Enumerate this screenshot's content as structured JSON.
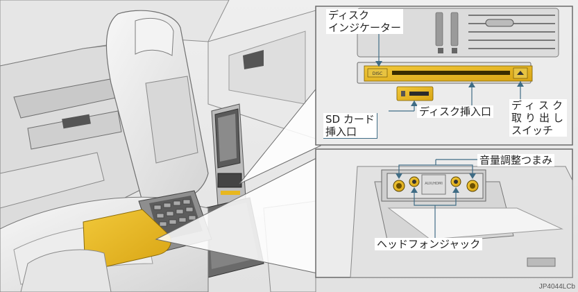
{
  "labels": {
    "disc_indicator": [
      "ディスク",
      "インジケーター"
    ],
    "sd_slot": [
      "SD カード",
      "挿入口"
    ],
    "disc_slot": "ディスク挿入口",
    "eject_switch": [
      "ディスク",
      "取り出し",
      "スイッチ"
    ],
    "volume_knob": "音量調整つまみ",
    "headphone_jack": "ヘッドフォンジャック"
  },
  "panel_marks": {
    "disc_button": "DISC",
    "aux_label": "AUX/HDMI"
  },
  "figure_code": "JP4044LCb",
  "colors": {
    "highlight": "#e8b71e",
    "background": "#f0f0f0",
    "line": "#7d7d7d",
    "callout_line": "#5a7f90"
  }
}
